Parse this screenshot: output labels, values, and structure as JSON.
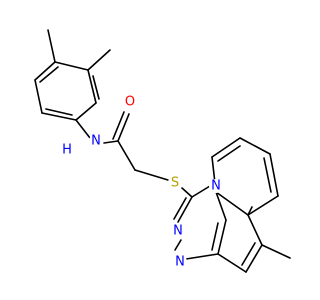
{
  "molecule": {
    "name": "",
    "colors": {
      "bond": "#000000",
      "carbon": "#000000",
      "nitrogen": "#0000ff",
      "oxygen": "#ff0000",
      "sulfur": "#b8a000",
      "background": "#ffffff"
    },
    "atom_labels": {
      "amide_nh": "N",
      "amide_h": "H",
      "carbonyl_o": "O",
      "thioether_s": "S",
      "bridgehead_n": "N",
      "triazole_n3": "N",
      "triazole_n4": "N"
    }
  }
}
